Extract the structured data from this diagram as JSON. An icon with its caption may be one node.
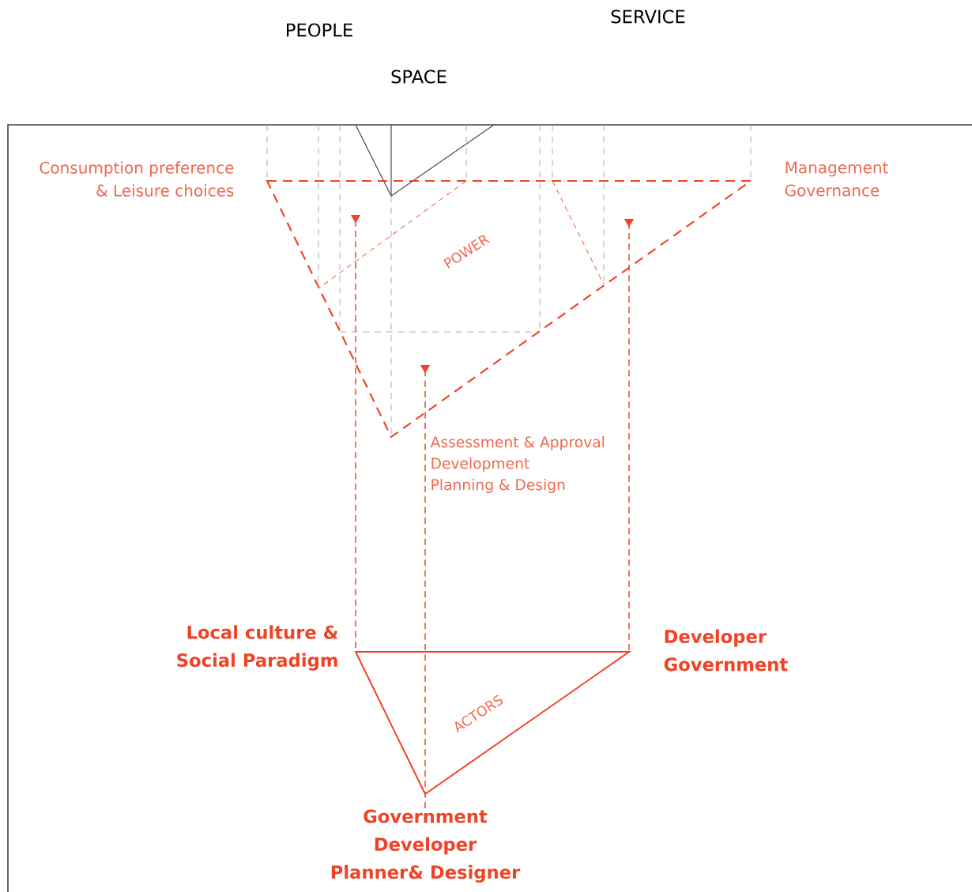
{
  "diagram": {
    "nodes": [
      {
        "text": [
          "Local culture &",
          "Social Paradigm"
        ]
      },
      {
        "text": [
          "Developer",
          "Government"
        ]
      },
      {
        "text": [
          "Government",
          "Developer",
          "Planner& Designer"
        ]
      }
    ],
    "edges": [
      {
        "from": 0,
        "to": null,
        "arrow": "other"
      },
      {
        "from": 1,
        "to": null,
        "arrow": "other"
      },
      {
        "from": 2,
        "to": null,
        "arrow": "other"
      }
    ],
    "labels": [
      "SERVICE",
      "PEOPLE",
      "SPACE",
      "Consumption preference",
      "Management",
      "& Leisure choices",
      "Governance",
      "POWER",
      "Assessment & Approval",
      "Development",
      "Planning & Design",
      "ACTORS"
    ]
  }
}
